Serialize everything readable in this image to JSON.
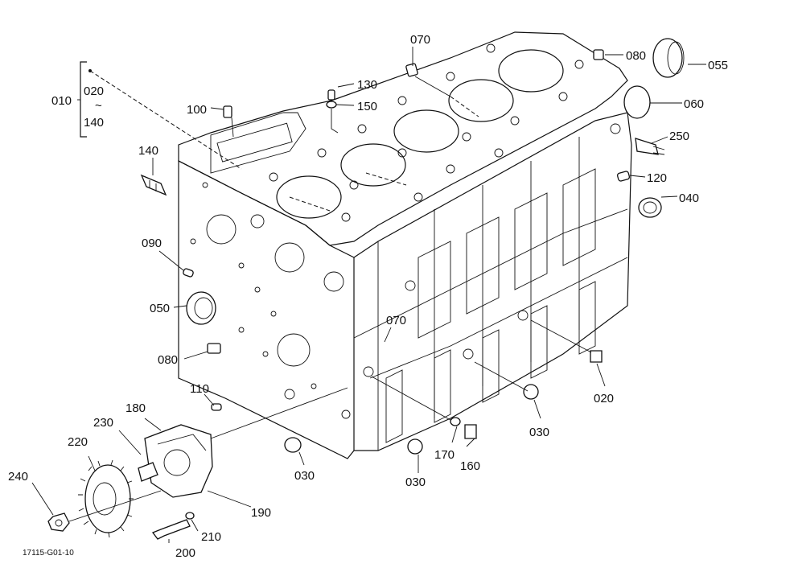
{
  "diagram": {
    "figure_code": "17115-G01-10",
    "parts": [
      {
        "id": "010",
        "label": "010"
      },
      {
        "id": "020a",
        "label": "020"
      },
      {
        "id": "tilde",
        "label": "~"
      },
      {
        "id": "140a",
        "label": "140"
      },
      {
        "id": "020",
        "label": "020"
      },
      {
        "id": "030a",
        "label": "030"
      },
      {
        "id": "030b",
        "label": "030"
      },
      {
        "id": "030c",
        "label": "030"
      },
      {
        "id": "040",
        "label": "040"
      },
      {
        "id": "050",
        "label": "050"
      },
      {
        "id": "055",
        "label": "055"
      },
      {
        "id": "060",
        "label": "060"
      },
      {
        "id": "070a",
        "label": "070"
      },
      {
        "id": "070b",
        "label": "070"
      },
      {
        "id": "080a",
        "label": "080"
      },
      {
        "id": "080b",
        "label": "080"
      },
      {
        "id": "090",
        "label": "090"
      },
      {
        "id": "100",
        "label": "100"
      },
      {
        "id": "110",
        "label": "110"
      },
      {
        "id": "120",
        "label": "120"
      },
      {
        "id": "130",
        "label": "130"
      },
      {
        "id": "140",
        "label": "140"
      },
      {
        "id": "150",
        "label": "150"
      },
      {
        "id": "160",
        "label": "160"
      },
      {
        "id": "170",
        "label": "170"
      },
      {
        "id": "180",
        "label": "180"
      },
      {
        "id": "190",
        "label": "190"
      },
      {
        "id": "200",
        "label": "200"
      },
      {
        "id": "210",
        "label": "210"
      },
      {
        "id": "220",
        "label": "220"
      },
      {
        "id": "230",
        "label": "230"
      },
      {
        "id": "240",
        "label": "240"
      },
      {
        "id": "250",
        "label": "250"
      }
    ]
  }
}
